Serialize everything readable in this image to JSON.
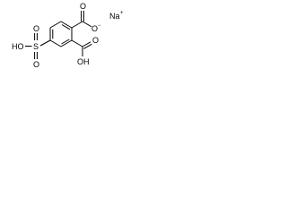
{
  "molecule": {
    "labels": {
      "carboxylate_oxygen_top": "O",
      "carboxylate_oxygen_anion": "O",
      "anion_charge": "−",
      "counterion": "Na",
      "counterion_charge": "+",
      "carboxyl_oxygen": "O",
      "carboxyl_hydroxyl": "OH",
      "sulfonyl_oxygen_top": "O",
      "sulfonyl_oxygen_bottom": "O",
      "sulfur": "S",
      "sulfonic_hydroxyl": "HO"
    }
  }
}
